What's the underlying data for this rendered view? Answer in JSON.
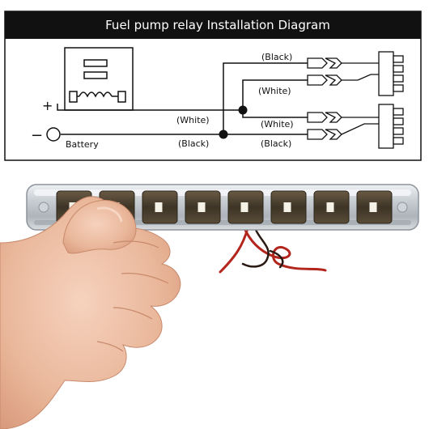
{
  "diagram": {
    "title": "Fuel pump relay Installation Diagram",
    "battery_label": "Battery",
    "positive_sign": "+",
    "negative_sign": "−",
    "wire_labels": {
      "black_top": "(Black)",
      "white_upper": "(White)",
      "white_left": "(White)",
      "white_lower": "(White)",
      "black_left": "(Black)",
      "black_bottom": "(Black)"
    }
  },
  "product": {
    "led_count": 8,
    "wire_color": "#b3261e",
    "housing_color": "#c9ced3"
  },
  "colors": {
    "title_bar": "#111111",
    "line": "#111111"
  }
}
